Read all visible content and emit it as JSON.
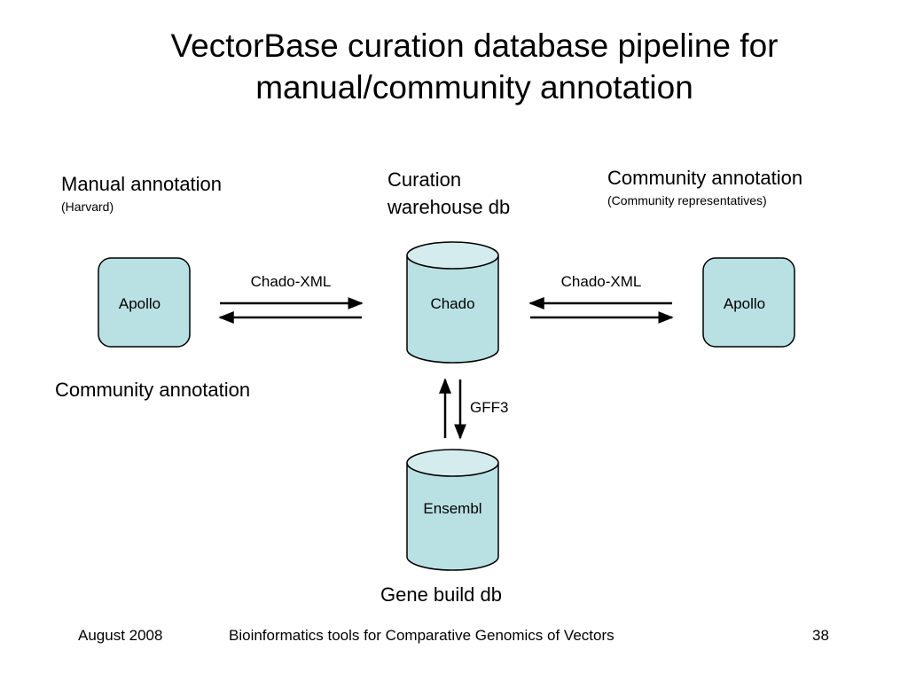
{
  "slide": {
    "title_line1": "VectorBase curation database pipeline for",
    "title_line2": "manual/community annotation"
  },
  "labels": {
    "manual_annotation": "Manual annotation",
    "manual_annotation_sub": "(Harvard)",
    "curation_line1": "Curation",
    "curation_line2": "warehouse db",
    "community_annotation_top": "Community annotation",
    "community_annotation_sub": "(Community representatives)",
    "community_annotation_left": "Community annotation",
    "gene_build_db": "Gene build db"
  },
  "nodes": {
    "apollo_left": "Apollo",
    "chado": "Chado",
    "apollo_right": "Apollo",
    "ensembl": "Ensembl"
  },
  "edges": {
    "left_format": "Chado-XML",
    "right_format": "Chado-XML",
    "vertical_format": "GFF3"
  },
  "colors": {
    "node_fill": "#b9e0e3",
    "node_top_fill": "#d4ecee",
    "stroke": "#000000"
  },
  "footer": {
    "date": "August 2008",
    "center": "Bioinformatics tools for Comparative Genomics of Vectors",
    "page": "38"
  }
}
